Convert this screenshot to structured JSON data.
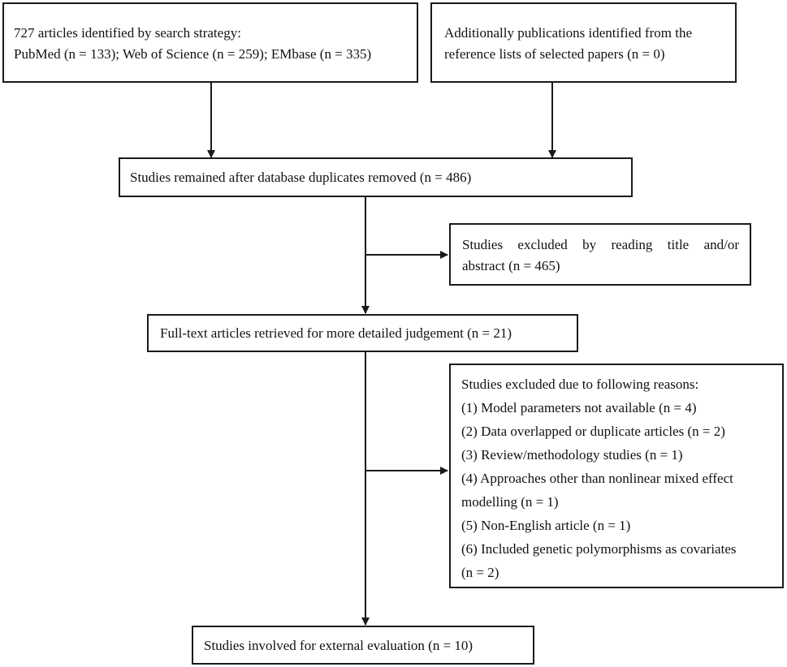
{
  "boxes": {
    "identified": {
      "lines": [
        "727 articles identified by search strategy:",
        "PubMed (n = 133); Web of Science (n = 259); EMbase (n = 335)"
      ]
    },
    "additional": {
      "lines": [
        "Additionally publications identified from the",
        "reference lists of selected papers (n = 0)"
      ]
    },
    "remained": {
      "lines": [
        "Studies remained after database duplicates removed (n = 486)"
      ]
    },
    "excluded_title": {
      "lines": [
        "Studies excluded by reading title and/or",
        "abstract (n = 465)"
      ]
    },
    "fulltext": {
      "lines": [
        "Full-text articles retrieved for more detailed judgement (n = 21)"
      ]
    },
    "excluded_reasons": {
      "lines": [
        "Studies excluded due to following reasons:",
        "(1) Model parameters not available (n = 4)",
        "(2) Data overlapped or duplicate articles (n = 2)",
        "(3) Review/methodology studies (n = 1)",
        "(4) Approaches other than nonlinear mixed effect",
        "modelling (n = 1)",
        "(5) Non-English article (n = 1)",
        "(6) Included genetic polymorphisms as covariates",
        "(n = 2)"
      ]
    },
    "involved": {
      "lines": [
        "Studies involved for external evaluation (n = 10)"
      ]
    }
  }
}
